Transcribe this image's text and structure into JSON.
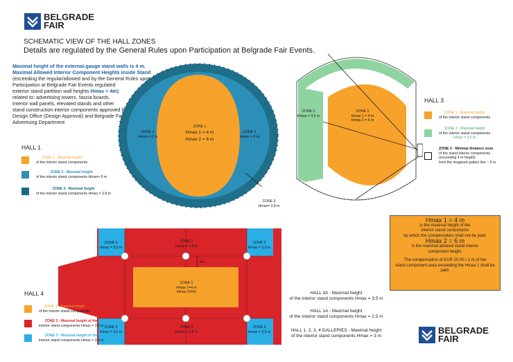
{
  "brand": {
    "line1": "BELGRADE",
    "line2": "FAIR"
  },
  "title": {
    "line1": "SCHEMATIC VIEW OF THE HALL ZONES",
    "line2": "Details are regulated by the General Rules upon Participation at Belgrade Fair Events."
  },
  "intro": {
    "h1": "Maximal height of the external-gauge stand walls is 4 m.",
    "h2": "Maximal Allowed Interior Component Heights inside Stand",
    "b1": "(exceeding the regular/allowed and by the General Rules upon",
    "b2": "Participation at Belgrade Fair Events regulated",
    "b3": "exterior stand partition wall heights",
    "b3h": "Hmax = 4m)",
    "b4": "related to: advertising towers, fascia boards,",
    "b5": "Interior wall panels, elevated stands and other",
    "b6": "stand construction interior components approved by",
    "b7": "Design Office (Design Approval) and Belgrade Fair",
    "b8": "Advertising Department"
  },
  "hall1": {
    "label": "HALL 1",
    "zone1": "ZONE 1",
    "zone1_h1": "Hmax 1 = 4 m",
    "zone1_h2": "Hmax 2 = 6 m",
    "zone2_l": "ZONE 2",
    "zone2_l_h": "Hmax = 6 m",
    "zone2_r": "ZONE 2",
    "zone2_r_h": "Hmax = 6 m",
    "zone3": "ZONE 3",
    "zone3_h": "Hmax= 3,8 m",
    "leg1_a": "ZONE 1 - Maximal height",
    "leg1_b": "of the interior stand components",
    "leg2_a": "ZONE 2 - Maximal height",
    "leg2_b": "of the interior stand components Hmax= 6 m",
    "leg3_a": "ZONE 3 - Maximal height",
    "leg3_b": "of the interior stand components Hmax = 3.8 m"
  },
  "hall3": {
    "label": "HALL 3",
    "zone1": "ZONE 1",
    "zone1_h1": "Hmax 1 = 4 m",
    "zone1_h2": "Hmax 2 = 6 m",
    "zone2": "ZONE 2",
    "zone2_h": "Hmax = 3,5 m",
    "leg1_a": "ZONE 1 - Maximal height",
    "leg1_b": "of the interior stand components",
    "leg2_a": "ZONE 2 - Maximal height",
    "leg2_b": "of the interior stand components",
    "leg2_c": "Hmax = 3,5 m",
    "leg3_a": "ZONE 3 - Minimal distance zone",
    "leg3_b": "of the stand interior components",
    "leg3_c": "(exceeding 4 m height)",
    "leg3_d": "from the imagined gallery line ~ 5 m"
  },
  "info": {
    "h1": "Hmax 1 = 4 m",
    "t1": "is the  maximal height of the",
    "t2": "interior stand components",
    "t3": "by which the compensation shall not be paid.",
    "h2": "Hmax 2 = 6 m",
    "t4": "is the maximal allowed stand interior",
    "t5": "component height.",
    "t6": "The compensation of EUR 20.00 / 1 m of the",
    "t7": "stand component area exceeding the Hmax 1 shall be paid."
  },
  "hall4": {
    "label": "HALL 4",
    "zone1": "ZONE 1",
    "zone1_h1": "Hmax 1=4 m",
    "zone1_h2": "Hmax 2=6m",
    "zone2_top": "ZONE 2",
    "zone2_top_h": "Hmax = 3,8 m",
    "zone2_bot": "ZONE 2",
    "zone2_bot_h": "Hmax = 3,8 m",
    "zone3_tl": "ZONE 3",
    "zone3_tl_h": "Hmax = 3,5 m",
    "zone3_tr": "ZONE 3",
    "zone3_tr_h": "Hmax = 3,5 m",
    "zone3_bl": "ZONE 3",
    "zone3_bl_h": "Hmax = 3,5 m",
    "zone3_br": "ZONE 3",
    "zone3_br_h": "Hmax = 3,5 m",
    "dim": "6m",
    "leg1_a": "ZONE 1 - Maximal height",
    "leg1_b": "of the interior stand components",
    "leg2_a": "ZONE 2 - Maximal height of the",
    "leg2_b": "interior stand components Hmax = 3.8 m",
    "leg3_a": "ZONE 3 - Maximal height of the",
    "leg3_b": "interior stand components Hmax = 3.5 m"
  },
  "notes": {
    "n1a": "HALL 3A - Maximal height",
    "n1b": "of the interior stand components  Hmax = 3.5 m",
    "n2a": "HALL 1A - Maximal height",
    "n2b": "of the interior stand components Hmax = 2.5 m",
    "n3a": "HALL 1, 2, 3, 4 GALLERIES - Maximal height",
    "n3b": "of the interior stand components Hmax = 3 m"
  },
  "colors": {
    "zone1": "#f6a22b",
    "hall1_zone2": "#2c8fb8",
    "hall1_zone3": "#1a6a86",
    "hall3_zone2": "#8fd3a0",
    "hall4_zone2": "#d9242a",
    "hall4_zone3": "#2aaee6",
    "brand": "#1f4e96"
  }
}
